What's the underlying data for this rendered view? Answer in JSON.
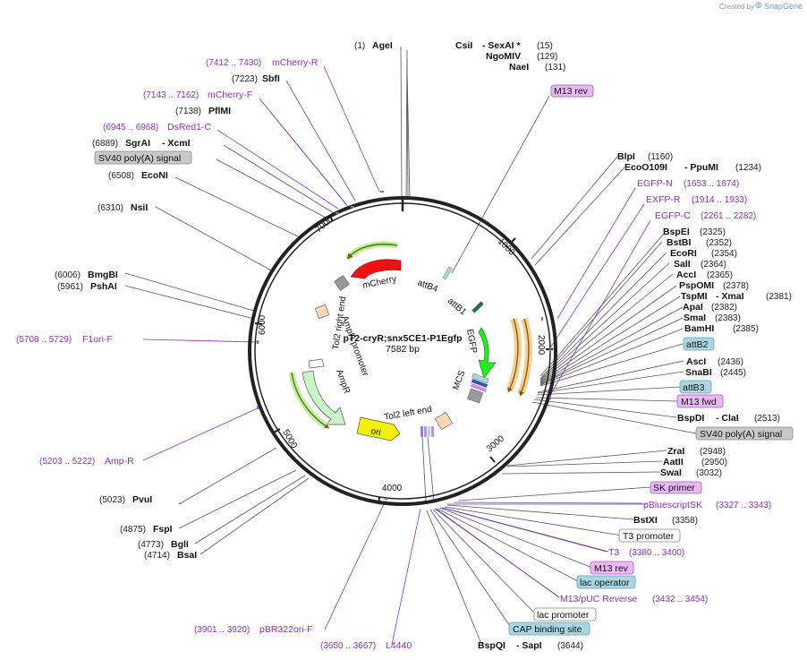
{
  "credit": {
    "prefix": "Created by",
    "brand": "SnapGene"
  },
  "map": {
    "name": "pT2-cryR;snx5CE1-P1Egfp",
    "length": "7582 bp"
  },
  "ticks": [
    "1000",
    "2000",
    "3000",
    "4000",
    "5000",
    "6000",
    "7000"
  ],
  "features": {
    "mcherry": "mCherry",
    "attb4": "attB4",
    "attb1": "attB1",
    "egfp": "EGFP",
    "mcs": "MCS",
    "tol2_left": "Tol2 left end",
    "tol2_right": "Tol2 right end",
    "ampr_promoter": "AmpR promoter",
    "ampr": "AmpR",
    "ori": "ori"
  },
  "labels": {
    "ageI": {
      "pos": "(1)",
      "name": "AgeI"
    },
    "csiI": {
      "name": "CsiI",
      "name2": "- SexAI *",
      "pos": "(15)"
    },
    "ngomiv": {
      "name": "NgoMIV",
      "pos": "(129)"
    },
    "naeI": {
      "name": "NaeI",
      "pos": "(131)"
    },
    "m13rev_top": "M13 rev",
    "mcherry_r": {
      "pos": "(7412 .. 7430)",
      "name": "mCherry-R"
    },
    "sbfI": {
      "pos": "(7223)",
      "name": "SbfI"
    },
    "mcherry_f": {
      "pos": "(7143 .. 7162)",
      "name": "mCherry-F"
    },
    "pflmI": {
      "pos": "(7138)",
      "name": "PflMI"
    },
    "dsred1c": {
      "pos": "(6945 .. 6968)",
      "name": "DsRed1-C"
    },
    "sgrAI": {
      "pos": "(6889)",
      "name": "SgrAI",
      "name2": "- XcmI"
    },
    "sv40_left": "SV40 poly(A) signal",
    "ecoNI": {
      "pos": "(6508)",
      "name": "EcoNI"
    },
    "nsiI": {
      "pos": "(6310)",
      "name": "NsiI"
    },
    "bmgBI": {
      "pos": "(6006)",
      "name": "BmgBI"
    },
    "pshAI": {
      "pos": "(5961)",
      "name": "PshAI"
    },
    "f1ori": {
      "pos": "(5708 .. 5729)",
      "name": "F1ori-F"
    },
    "ampR_primer": {
      "pos": "(5203 .. 5222)",
      "name": "Amp-R"
    },
    "pvuI": {
      "pos": "(5023)",
      "name": "PvuI"
    },
    "fspI": {
      "pos": "(4875)",
      "name": "FspI"
    },
    "bglI": {
      "pos": "(4773)",
      "name": "BglI"
    },
    "bsaI": {
      "pos": "(4714)",
      "name": "BsaI"
    },
    "pbr322": {
      "pos": "(3901 .. 3920)",
      "name": "pBR322ori-F"
    },
    "l4440": {
      "pos": "(3650 .. 3667)",
      "name": "L4440"
    },
    "bspQI": {
      "name": "BspQI",
      "name2": "- SapI",
      "pos": "(3644)"
    },
    "blpI": {
      "name": "BlpI",
      "pos": "(1160)"
    },
    "ecoO109I": {
      "name": "EcoO109I",
      "name2": "- PpuMI",
      "pos": "(1234)"
    },
    "egfp_n": {
      "name": "EGFP-N",
      "pos": "(1653 .. 1674)"
    },
    "exfp_r": {
      "name": "EXFP-R",
      "pos": "(1914 .. 1933)"
    },
    "egfp_c": {
      "name": "EGFP-C",
      "pos": "(2261 .. 2282)"
    },
    "bspEI": {
      "name": "BspEI",
      "pos": "(2325)"
    },
    "bstBI": {
      "name": "BstBI",
      "pos": "(2352)"
    },
    "ecoRI": {
      "name": "EcoRI",
      "pos": "(2354)"
    },
    "salI": {
      "name": "SalI",
      "pos": "(2364)"
    },
    "accI": {
      "name": "AccI",
      "pos": "(2365)"
    },
    "pspOMI": {
      "name": "PspOMI",
      "pos": "(2378)"
    },
    "tspMI": {
      "name": "TspMI",
      "name2": "- XmaI",
      "pos": "(2381)"
    },
    "apaI": {
      "name": "ApaI",
      "pos": "(2382)"
    },
    "smaI": {
      "name": "SmaI",
      "pos": "(2383)"
    },
    "bamHI": {
      "name": "BamHI",
      "pos": "(2385)"
    },
    "attb2": "attB2",
    "ascI": {
      "name": "AscI",
      "pos": "(2436)"
    },
    "snaBI": {
      "name": "SnaBI",
      "pos": "(2445)"
    },
    "attb3": "attB3",
    "m13fwd": "M13 fwd",
    "bspDI": {
      "name": "BspDI",
      "name2": "- ClaI",
      "pos": "(2513)"
    },
    "sv40_right": "SV40 poly(A) signal",
    "zraI": {
      "name": "ZraI",
      "pos": "(2948)"
    },
    "aatII": {
      "name": "AatII",
      "pos": "(2950)"
    },
    "swaI": {
      "name": "SwaI",
      "pos": "(3032)"
    },
    "sk_primer": "SK primer",
    "pbluescript": {
      "name": "pBluescriptSK",
      "pos": "(3327 .. 3343)"
    },
    "bstXI": {
      "name": "BstXI",
      "pos": "(3358)"
    },
    "t3_promoter": "T3 promoter",
    "t3": {
      "name": "T3",
      "pos": "(3380 .. 3400)"
    },
    "m13rev_bot": "M13 rev",
    "lac_operator": "lac operator",
    "m13puc": {
      "name": "M13/pUC Reverse",
      "pos": "(3432 .. 3454)"
    },
    "lac_promoter": "lac promoter",
    "cap_site": "CAP binding site"
  },
  "colors": {
    "restriction_text": "#111111",
    "primer_text": "#8b2fc9",
    "primer_fill": "#e9b9f3",
    "primer_stroke": "#a855c8",
    "misc_fill": "#a9d6e0",
    "polyA_fill": "#c9c9c9",
    "mcherry": "#ee1111",
    "egfp": "#22ee22",
    "ampr": "#c9f5c9",
    "ori": "#f2f200",
    "tol2": "#fbd9b7"
  }
}
